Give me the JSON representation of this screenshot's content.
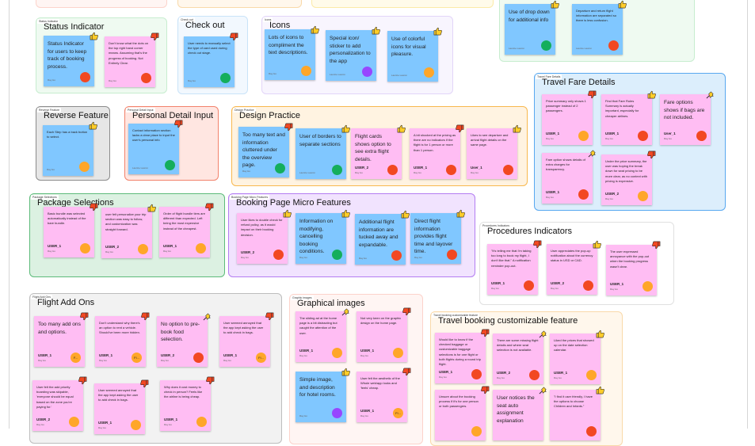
{
  "colors": {
    "blue_sticky": "#80c7ff",
    "pink_sticky": "#ffbdf3",
    "red": "#f24822",
    "orange": "#ffa629",
    "green": "#14ae5c",
    "purple": "#9747ff",
    "thumb_up": "#ffcd29",
    "thumb_down": "#f24822"
  },
  "sections": [
    {
      "id": "top-pink",
      "tag": "",
      "title": "",
      "notes": []
    },
    {
      "id": "top-orange",
      "tag": "",
      "title": "",
      "notes": []
    },
    {
      "id": "top-yellow",
      "tag": "",
      "title": "",
      "notes": []
    },
    {
      "id": "status-indicator",
      "tag": "Status Indicator",
      "title": "Status Indicator",
      "notes": [
        {
          "c": "b",
          "s": "L",
          "text": "Status Indicator for users to keep track of booking process.",
          "user": "",
          "author": "Ray Ho",
          "av": "red",
          "avtext": "",
          "r": "up"
        },
        {
          "c": "p",
          "s": "S",
          "text": "Don't know what the dots on the top right hand corner means. Assuming that's the progress of booking. Not Entirely Clear.",
          "user": "",
          "author": "Ray Ho",
          "av": "red",
          "avtext": "",
          "r": "down"
        }
      ]
    },
    {
      "id": "check-out",
      "tag": "Check out",
      "title": "Check out",
      "notes": [
        {
          "c": "b",
          "s": "S",
          "text": "User needs to manually select the type of card used during check out stage.",
          "user": "",
          "author": "Ray Ho",
          "av": "green",
          "avtext": "",
          "r": "down"
        }
      ]
    },
    {
      "id": "icons",
      "tag": "Icons",
      "title": "Icons",
      "notes": [
        {
          "c": "b",
          "s": "L",
          "text": "Lots of icons to compliment the text descriptions.",
          "user": "",
          "author": "Ray Ho",
          "av": "orange",
          "avtext": "",
          "r": "up"
        },
        {
          "c": "b",
          "s": "L",
          "text": "Special icon/ sticker to add personalization to the app",
          "user": "",
          "author": "Laurice Lauron",
          "av": "purple",
          "avtext": "",
          "r": "up"
        },
        {
          "c": "b",
          "s": "L",
          "text": "Use of colorful icons for visual pleasure.",
          "user": "",
          "author": "Laurice Lauron",
          "av": "orange",
          "avtext": "",
          "r": "up"
        }
      ]
    },
    {
      "id": "top-right-green",
      "tag": "",
      "title": "",
      "notes": [
        {
          "c": "b",
          "s": "L",
          "text": "Use of drop down for additional info",
          "user": "",
          "author": "Laurice Lauron",
          "av": "green",
          "avtext": "",
          "r": "up"
        },
        {
          "c": "b",
          "s": "S",
          "text": "Departure and return flight information are separated so there is less confusion.",
          "user": "",
          "author": "Laurice Lauron",
          "av": "red",
          "avtext": "",
          "r": "up"
        }
      ]
    },
    {
      "id": "travel-fare-details",
      "tag": "Travel Fare Details",
      "title": "Travel Fare Details",
      "notes": [
        {
          "c": "p",
          "s": "S",
          "text": "Price summary only shows 1 passenger instead of 2 passengers.",
          "user": "USER_1",
          "author": "Ray Ho",
          "av": "orange",
          "avtext": "",
          "r": "down"
        },
        {
          "c": "p",
          "s": "S",
          "text": "Find that Fare Rules Summary is actually important, especially for cheaper airlines.",
          "user": "USER_1",
          "author": "Ray Ho",
          "av": "red",
          "avtext": "",
          "r": "up"
        },
        {
          "c": "p",
          "s": "L",
          "text": "Fare options shows if bags are not included.",
          "user": "User_1",
          "author": "Ray Ho",
          "av": "red",
          "avtext": "",
          "r": "pin"
        },
        {
          "c": "p",
          "s": "S",
          "text": "Fare option shows details of extra charges for transparency.",
          "user": "USER_1",
          "author": "Ray Ho",
          "av": "red",
          "avtext": "",
          "r": "pin"
        },
        {
          "c": "p",
          "s": "S",
          "text": "Under the price summary, the user was hoping the break down for seat pricing to be more clear, as no context with pricing is expensive.",
          "user": "USER_2",
          "author": "Ray Ho",
          "av": "orange",
          "avtext": "",
          "r": "down"
        }
      ]
    },
    {
      "id": "reverse-feature",
      "tag": "Reverse Feature",
      "title": "Reverse Feature",
      "notes": [
        {
          "c": "b",
          "s": "S",
          "text": "Each Step has a back button to select.",
          "user": "",
          "author": "Ray Ho",
          "av": "orange",
          "avtext": "",
          "r": "up"
        }
      ]
    },
    {
      "id": "personal-detail-input",
      "tag": "Personal Detail Input",
      "title": "Personal Detail Input",
      "notes": [
        {
          "c": "b",
          "s": "S",
          "text": "Contact information section lacks a clear place to input the user's personal info",
          "user": "",
          "author": "Laurice Lauron",
          "av": "green",
          "avtext": "",
          "r": "down"
        }
      ]
    },
    {
      "id": "design-practice",
      "tag": "Design Practice",
      "title": "Design Practice",
      "notes": [
        {
          "c": "b",
          "s": "L",
          "text": "Too many text and information cluttered under the overview page.",
          "user": "",
          "author": "Ray Ho",
          "av": "green",
          "avtext": "",
          "r": "down"
        },
        {
          "c": "b",
          "s": "L",
          "text": "User of borders to separate sections",
          "user": "",
          "author": "Laurice Lauron",
          "av": "green",
          "avtext": "",
          "r": "up"
        },
        {
          "c": "p",
          "s": "L",
          "text": "Flight cards shows option to see extra flight details.",
          "user": "USER_2",
          "author": "Ray Ho",
          "av": "red",
          "avtext": "",
          "r": "up"
        },
        {
          "c": "p",
          "s": "S",
          "text": "A bit shocked at the pricing as there are no indicators if the flight is for 1 person or more than 1 person.",
          "user": "USER_1",
          "author": "Ray Ho",
          "av": "red",
          "avtext": "",
          "r": "down"
        },
        {
          "c": "p",
          "s": "S",
          "text": "Likes to see departure and arrival flight details on the same page.",
          "user": "User_1",
          "author": "Ray Ho",
          "av": "red",
          "avtext": "",
          "r": "up"
        }
      ]
    },
    {
      "id": "package-selections",
      "tag": "Package Selections",
      "title": "Package Selections",
      "notes": [
        {
          "c": "p",
          "s": "S",
          "text": "Basic bundle was selected automatically instead of the bare bundle.",
          "user": "USER_1",
          "author": "Ray Ho",
          "av": "orange",
          "avtext": "",
          "r": "down"
        },
        {
          "c": "p",
          "s": "S",
          "text": "user felt personalize your trip section was easy to follow, and customization was straight forward.",
          "user": "USER_2",
          "author": "Ray Ho",
          "av": "orange",
          "avtext": "",
          "r": "up"
        },
        {
          "c": "p",
          "s": "S",
          "text": "Order of flight bundle tiers are different than expected. Left being the most expensive instead of the cheapest.",
          "user": "USER_1",
          "author": "Ray Ho",
          "av": "orange",
          "avtext": "",
          "r": "down"
        }
      ]
    },
    {
      "id": "booking-page-micro-features",
      "tag": "Booking Page Micro Features",
      "title": "Booking Page Micro Features",
      "notes": [
        {
          "c": "p",
          "s": "S",
          "text": "User likes to double check for refund policy, as it would impact on their booking decision.",
          "user": "USER_2",
          "author": "Ray Ho",
          "av": "red",
          "avtext": "",
          "r": "up"
        },
        {
          "c": "b",
          "s": "L",
          "text": "Information on modifying, cancelling booking conditions.",
          "user": "",
          "author": "Ray Ho",
          "av": "green",
          "avtext": "",
          "r": "up"
        },
        {
          "c": "b",
          "s": "L",
          "text": "Additional flight information are tucked away and expandable.",
          "user": "",
          "author": "Ray Ho",
          "av": "red",
          "avtext": "",
          "r": "up"
        },
        {
          "c": "b",
          "s": "L",
          "text": "Direct flight information provides flight time and layover time.",
          "user": "",
          "author": "Ray Ho",
          "av": "red",
          "avtext": "",
          "r": "up"
        }
      ]
    },
    {
      "id": "procedures-indicators",
      "tag": "Procedures Indicators",
      "title": "Procedures Indicators",
      "notes": [
        {
          "c": "p",
          "s": "S",
          "text": "\"It's telling me that I'm taking too long to book my flight, I don't like that.\" A notification reminder pop-out.",
          "user": "USER_1",
          "author": "Ray Ho",
          "av": "red",
          "avtext": "",
          "r": "down"
        },
        {
          "c": "p",
          "s": "S",
          "text": "User appreciates the pop-up notification about the currency status in USD or CAD.",
          "user": "USER_2",
          "author": "Ray Ho",
          "av": "red",
          "avtext": "",
          "r": "up"
        },
        {
          "c": "p",
          "s": "S",
          "text": "The user expressed annoyance with the pop-out when the booking progress wasn't clear.",
          "user": "USER_1",
          "author": "Ray Ho",
          "av": "orange",
          "avtext": "",
          "r": "down"
        }
      ]
    },
    {
      "id": "flight-add-ons",
      "tag": "Flight Add Ons",
      "title": "Flight Add Ons",
      "notes": [
        {
          "c": "p",
          "s": "L",
          "text": "Too many add ons and options.",
          "user": "USER_1",
          "author": "Ray Ho",
          "av": "orange",
          "avtext": "F...",
          "r": "down"
        },
        {
          "c": "p",
          "s": "S",
          "text": "Don't understand why there's an option to rent a vehicle. Should've been more hidden.",
          "user": "USER_1",
          "author": "Ray Ho",
          "av": "orange",
          "avtext": "Fl...",
          "r": "down"
        },
        {
          "c": "p",
          "s": "L",
          "text": "No option to pre-book food selection.",
          "user": "USER_2",
          "author": "Ray Ho",
          "av": "red",
          "avtext": "",
          "r": "pin"
        },
        {
          "c": "p",
          "s": "S",
          "text": "User seemed annoyed that the app kept asking the user to add check in bags.",
          "user": "USER_1",
          "author": "Ray Ho",
          "av": "orange",
          "avtext": "Fl...",
          "r": "down"
        },
        {
          "c": "p",
          "s": "S",
          "text": "User felt the add priority boarding was skipable, 'everyone should be equal based on the zone you're paying for.'",
          "user": "USER_2",
          "author": "Ray Ho",
          "av": "orange",
          "avtext": "",
          "r": "down"
        },
        {
          "c": "p",
          "s": "S",
          "text": "User seemed annoyed that the app kept asking the user to add check in bags.",
          "user": "USER_1",
          "author": "Ray Ho",
          "av": "orange",
          "avtext": "",
          "r": "down"
        },
        {
          "c": "p",
          "s": "S",
          "text": "Why does it cost money to check in person? Feels like the airline is being cheap.",
          "user": "USER_1",
          "author": "Ray Ho",
          "av": "orange",
          "avtext": "",
          "r": "down"
        }
      ]
    },
    {
      "id": "graphical-images",
      "tag": "Graphic images",
      "title": "Graphical images",
      "notes": [
        {
          "c": "p",
          "s": "S",
          "text": "The sliding ad at the home page is a bit distracting but caught the attention of the user.",
          "user": "USER_1",
          "author": "Ray Ho",
          "av": "orange",
          "avtext": "",
          "r": "pin"
        },
        {
          "c": "p",
          "s": "S",
          "text": "Not very keen on the graphic design on the home page.",
          "user": "USER_1",
          "author": "Ray Ho",
          "av": "orange",
          "avtext": "",
          "r": "down"
        },
        {
          "c": "b",
          "s": "L",
          "text": "Simple image, and description for hotel rooms.",
          "user": "",
          "author": "Ray Ho",
          "av": "purple",
          "avtext": "",
          "r": "up"
        },
        {
          "c": "p",
          "s": "S",
          "text": "User felt the aesthetic of the Whole web/app looks and 'feels' cheap.",
          "user": "USER_1",
          "author": "Ray Ho",
          "av": "orange",
          "avtext": "Fl...",
          "r": "down"
        }
      ]
    },
    {
      "id": "travel-booking-customizable-feature",
      "tag": "Travel booking customizable feature",
      "title": "Travel booking customizable feature",
      "notes": [
        {
          "c": "p",
          "s": "S",
          "text": "Would like to know if the checked baggage or customizable baggage selections is for one flight or both flights during a round trip flight.",
          "user": "USER_1",
          "author": "Ray Ho",
          "av": "red",
          "avtext": "",
          "r": "down"
        },
        {
          "c": "p",
          "s": "S",
          "text": "There are some missing flight details and where seat selection is not available.",
          "user": "USER_2",
          "author": "Ray Ho",
          "av": "red",
          "avtext": "",
          "r": "pin"
        },
        {
          "c": "p",
          "s": "S",
          "text": "Liked the prices that showed up on the date selection calendar.",
          "user": "USER_1",
          "author": "Ray Ho",
          "av": "orange",
          "avtext": "",
          "r": "up"
        },
        {
          "c": "p",
          "s": "S",
          "text": "Unsure about the booking process if it's for one person or both passengers.",
          "user": "",
          "author": "",
          "av": "orange",
          "avtext": "",
          "r": "down"
        },
        {
          "c": "p",
          "s": "L",
          "text": "User notices the seat auto assignment explanation",
          "user": "",
          "author": "",
          "av": "",
          "avtext": "",
          "r": "pin"
        },
        {
          "c": "p",
          "s": "S",
          "text": "\"I find it user friendly, I have the options to choose Children and Infants.\"",
          "user": "",
          "author": "",
          "av": "red",
          "avtext": "",
          "r": "up"
        }
      ]
    }
  ]
}
